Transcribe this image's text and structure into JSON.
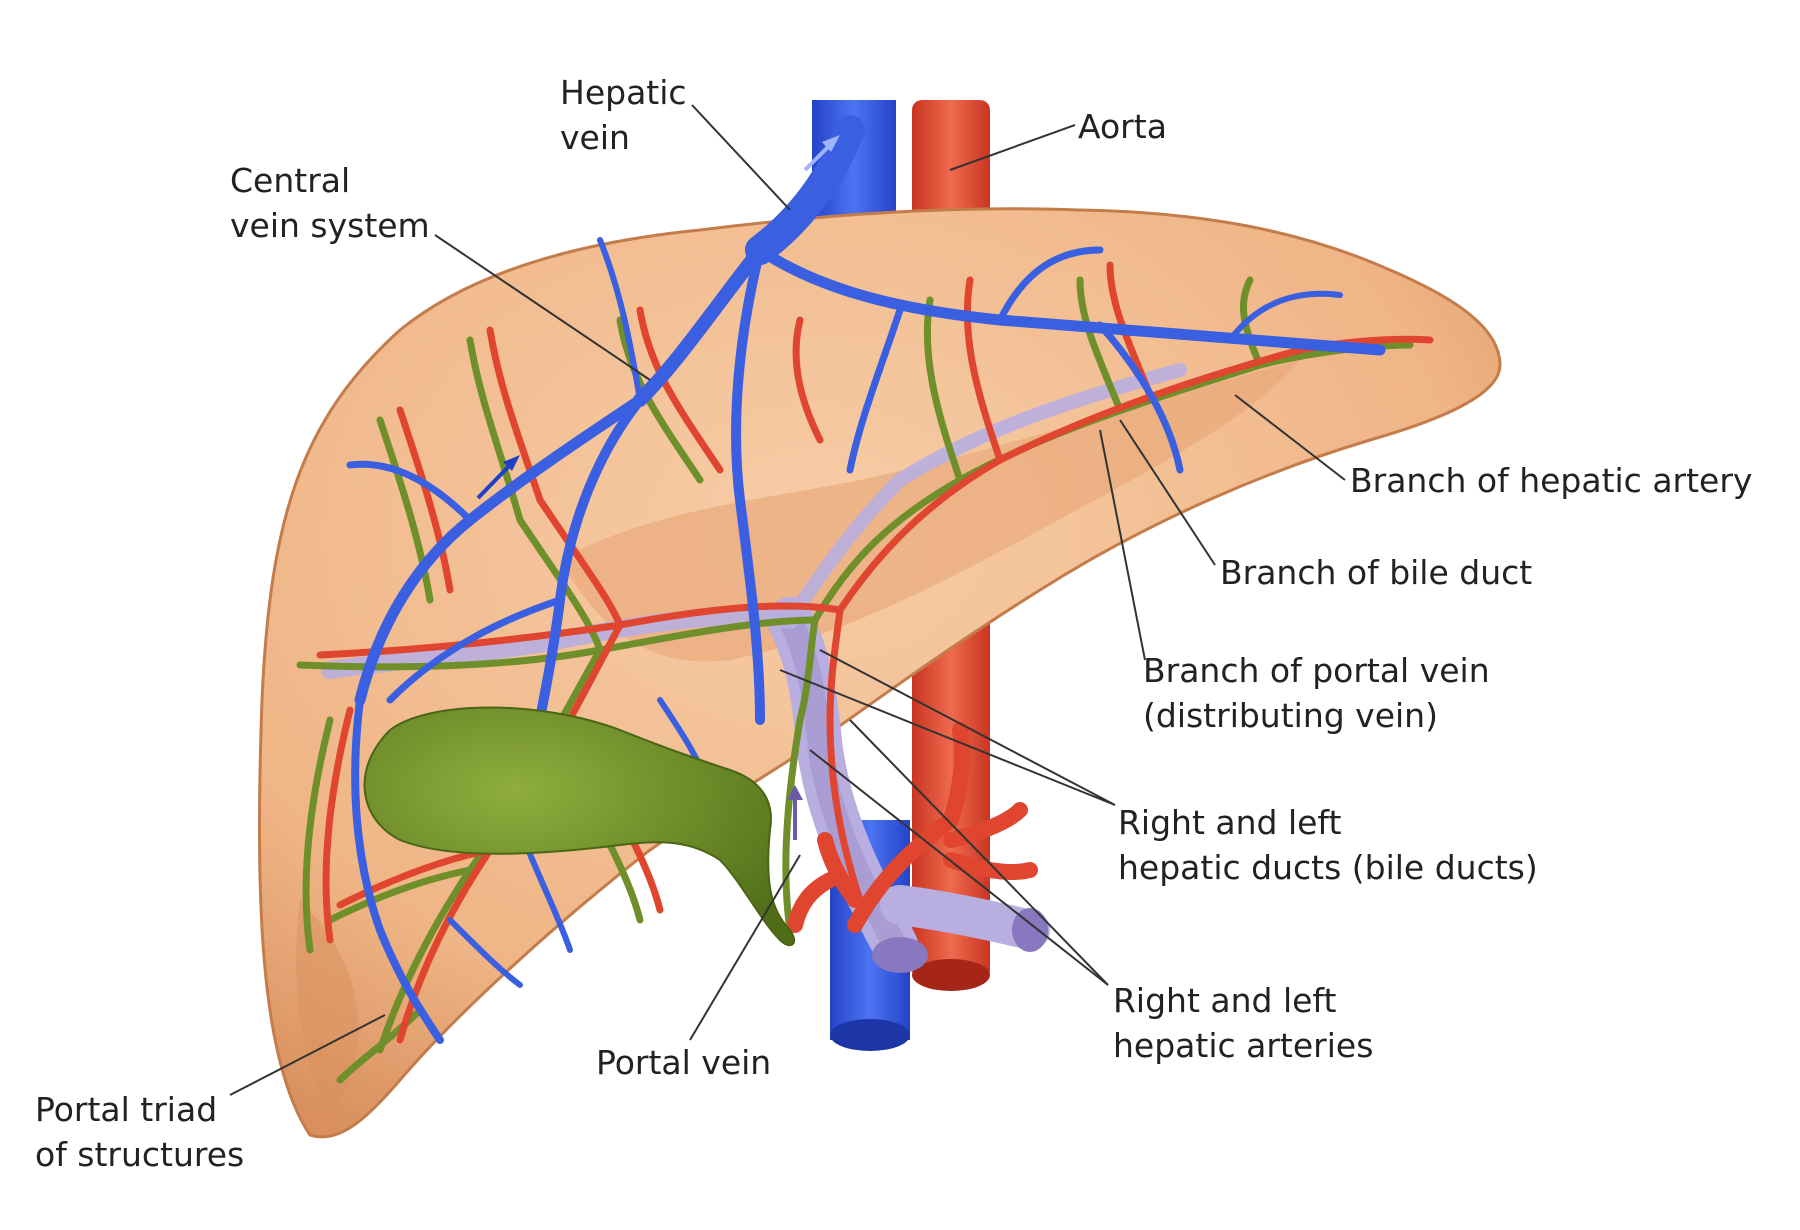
{
  "labels": {
    "hepatic_vein": [
      "Hepatic",
      "vein"
    ],
    "aorta": [
      "Aorta"
    ],
    "central_vein_system": [
      "Central",
      "vein system"
    ],
    "branch_hepatic_artery": [
      "Branch of hepatic artery"
    ],
    "branch_bile_duct": [
      "Branch of bile duct"
    ],
    "branch_portal_vein": [
      "Branch of portal vein",
      "(distributing vein)"
    ],
    "hepatic_ducts": [
      "Right and left",
      "hepatic ducts (bile ducts)"
    ],
    "hepatic_arteries": [
      "Right and left",
      "hepatic arteries"
    ],
    "portal_vein": [
      "Portal vein"
    ],
    "portal_triad": [
      "Portal triad",
      "of structures"
    ]
  },
  "colors": {
    "liver": "#f2b98c",
    "liver_shadow": "#e29c6c",
    "vein": "#3a5fe0",
    "artery": "#e0452f",
    "portal": "#a99bd0",
    "bile": "#6f8f2a",
    "gallbladder": "#6b8a23",
    "leader_line": "#333333"
  }
}
